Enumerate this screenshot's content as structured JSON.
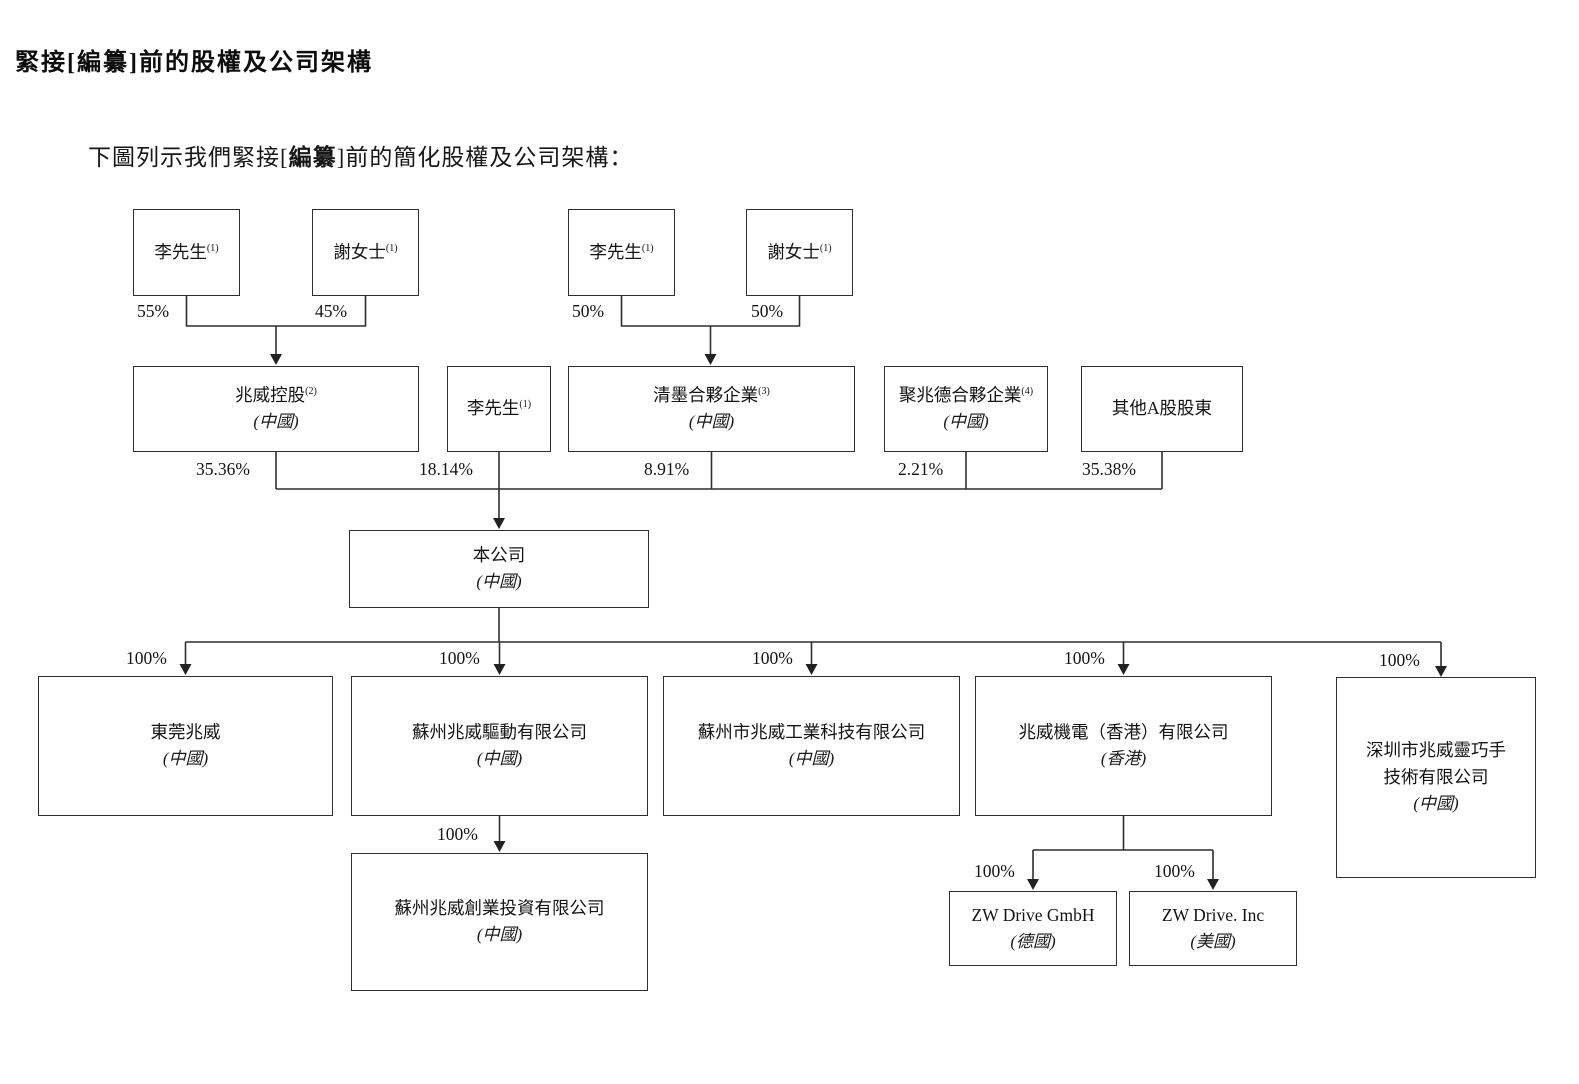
{
  "page": {
    "title": "緊接[編纂]前的股權及公司架構",
    "subtitle_pre": "下圖列示我們緊接[",
    "subtitle_bold": "編纂",
    "subtitle_post": "]前的簡化股權及公司架構："
  },
  "nodes": {
    "mr_li_top_left": {
      "label": "李先生",
      "sup": "(1)"
    },
    "ms_xie_top_left": {
      "label": "謝女士",
      "sup": "(1)"
    },
    "mr_li_top_right": {
      "label": "李先生",
      "sup": "(1)"
    },
    "ms_xie_top_right": {
      "label": "謝女士",
      "sup": "(1)"
    },
    "zhaowei_holding": {
      "label": "兆威控股",
      "sup": "(2)",
      "juris": "(中國)"
    },
    "mr_li_direct": {
      "label": "李先生",
      "sup": "(1)"
    },
    "qingmo": {
      "label": "清墨合夥企業",
      "sup": "(3)",
      "juris": "(中國)"
    },
    "juzhaode": {
      "label": "聚兆德合夥企業",
      "sup": "(4)",
      "juris": "(中國)"
    },
    "other_a_share": {
      "label": "其他A股股東"
    },
    "company": {
      "label": "本公司",
      "juris": "(中國)"
    },
    "dongguan": {
      "label": "東莞兆威",
      "juris": "(中國)"
    },
    "suzhou_drive": {
      "label": "蘇州兆威驅動有限公司",
      "juris": "(中國)"
    },
    "suzhou_tech": {
      "label": "蘇州市兆威工業科技有限公司",
      "juris": "(中國)"
    },
    "hk": {
      "label": "兆威機電（香港）有限公司",
      "juris": "(香港)"
    },
    "shenzhen": {
      "label": "深圳市兆威靈巧手",
      "label2": "技術有限公司",
      "juris": "(中國)"
    },
    "venture": {
      "label": "蘇州兆威創業投資有限公司",
      "juris": "(中國)"
    },
    "zw_gmbh": {
      "label": "ZW Drive GmbH",
      "juris": "(德國)"
    },
    "zw_inc": {
      "label": "ZW Drive. Inc",
      "juris": "(美國)"
    }
  },
  "percents": {
    "li_to_holding": "55%",
    "xie_to_holding": "45%",
    "li_to_qingmo": "50%",
    "xie_to_qingmo": "50%",
    "holding_to_company": "35.36%",
    "li_to_company": "18.14%",
    "qingmo_to_company": "8.91%",
    "juzhaode_to_company": "2.21%",
    "other_to_company": "35.38%",
    "company_to_dongguan": "100%",
    "company_to_suzhou_drive": "100%",
    "company_to_suzhou_tech": "100%",
    "company_to_hk": "100%",
    "company_to_shenzhen": "100%",
    "suzhou_drive_to_venture": "100%",
    "hk_to_gmbh": "100%",
    "hk_to_inc": "100%"
  }
}
